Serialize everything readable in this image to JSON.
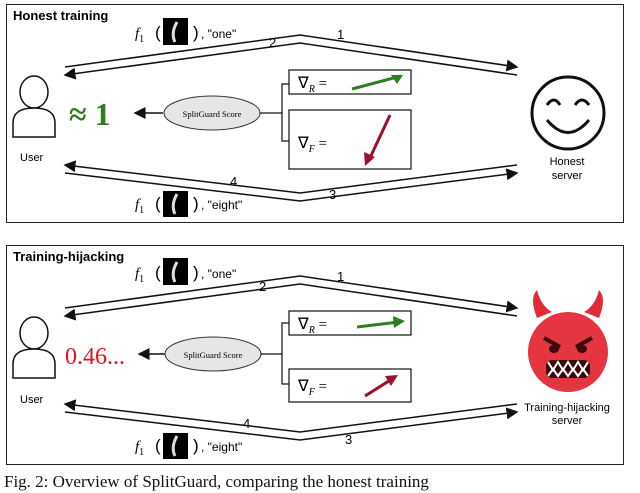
{
  "panels": [
    {
      "title": "Honest training",
      "f_label": "f",
      "f_sub": "1",
      "label_one": "\"one\"",
      "label_eight": "\"eight\"",
      "arrow_numbers": [
        "1",
        "2",
        "3",
        "4"
      ],
      "user_label": "User",
      "score_label": "SplitGuard Score",
      "score_value": "≈ 1",
      "score_color": "#2e7d1f",
      "grad_r": "∇",
      "grad_r_sub": "R",
      "grad_f": "∇",
      "grad_f_sub": "F",
      "grad_r_arrow_color": "#2e7d1f",
      "grad_f_arrow_color": "#9b1030",
      "server_label_1": "Honest",
      "server_label_2": "server",
      "server_icon": "smiley-face-icon"
    },
    {
      "title": "Training-hijacking",
      "f_label": "f",
      "f_sub": "1",
      "label_one": "\"one\"",
      "label_eight": "\"eight\"",
      "arrow_numbers": [
        "1",
        "2",
        "3",
        "4"
      ],
      "user_label": "User",
      "score_label": "SplitGuard Score",
      "score_value": "0.46...",
      "score_color": "#e0141e",
      "grad_r": "∇",
      "grad_r_sub": "R",
      "grad_f": "∇",
      "grad_f_sub": "F",
      "grad_r_arrow_color": "#2e7d1f",
      "grad_f_arrow_color": "#9b1030",
      "server_label_1": "Training-hijacking",
      "server_label_2": "server",
      "server_icon": "devil-face-icon"
    }
  ],
  "caption": "Fig. 2: Overview of SplitGuard, comparing the honest training"
}
